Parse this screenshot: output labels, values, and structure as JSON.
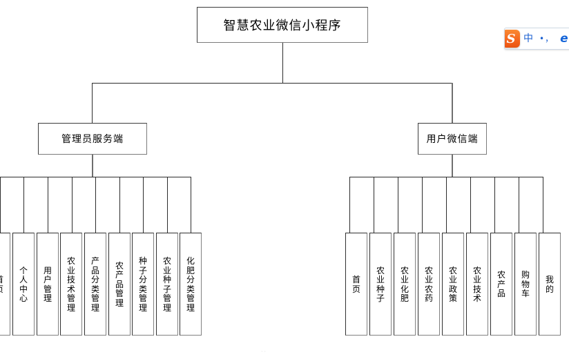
{
  "diagram": {
    "title": "智慧农业微信小程序",
    "root": {
      "label": "智慧农业微信小程序"
    },
    "branches": [
      {
        "id": "admin",
        "label": "管理员服务端",
        "leaves": [
          "首页",
          "个人中心",
          "用户管理",
          "农业技术管理",
          "产品分类管理",
          "农产品管理",
          "种子分类管理",
          "农业种子管理",
          "化肥分类管理"
        ]
      },
      {
        "id": "wechat",
        "label": "用户微信端",
        "leaves": [
          "首页",
          "农业种子",
          "农业化肥",
          "农业农药",
          "农业政策",
          "农业技术",
          "农产品",
          "购物车",
          "我的"
        ]
      }
    ],
    "colors": {
      "box_border": "#2f2f2f",
      "line": "#2b2b2b",
      "background": "#ffffff",
      "text": "#000000"
    }
  },
  "ime": {
    "logo_letter": "S",
    "logo_color": "#f4641d",
    "mode_label": "中",
    "punctuation_label": "•，",
    "extra_label": "e",
    "accent_color": "#1a5fd0"
  },
  "artifact": {
    "text": "··"
  }
}
